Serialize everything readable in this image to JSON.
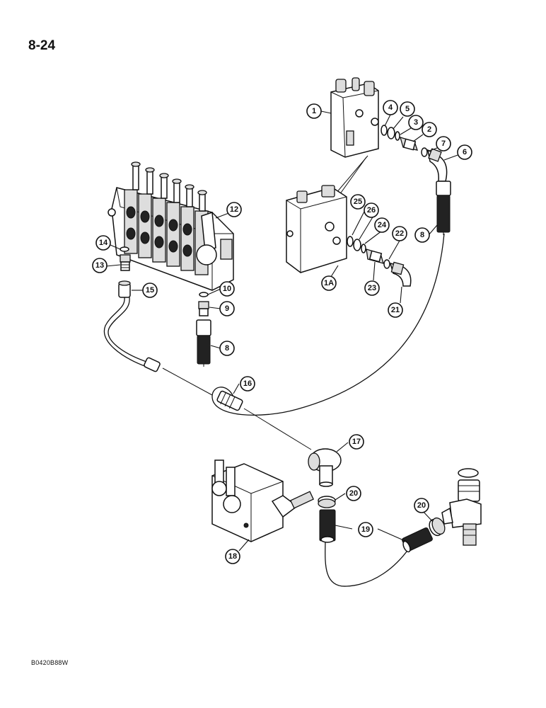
{
  "page": {
    "number": "8-24",
    "figure_code": "B0420B88W"
  },
  "callouts": [
    {
      "id": "1",
      "label": "1"
    },
    {
      "id": "2",
      "label": "2"
    },
    {
      "id": "3",
      "label": "3"
    },
    {
      "id": "4",
      "label": "4"
    },
    {
      "id": "5",
      "label": "5"
    },
    {
      "id": "6",
      "label": "6"
    },
    {
      "id": "7",
      "label": "7"
    },
    {
      "id": "8a",
      "label": "8"
    },
    {
      "id": "8b",
      "label": "8"
    },
    {
      "id": "9",
      "label": "9"
    },
    {
      "id": "10",
      "label": "10"
    },
    {
      "id": "12",
      "label": "12"
    },
    {
      "id": "13",
      "label": "13"
    },
    {
      "id": "14",
      "label": "14"
    },
    {
      "id": "15",
      "label": "15"
    },
    {
      "id": "16",
      "label": "16"
    },
    {
      "id": "17",
      "label": "17"
    },
    {
      "id": "18",
      "label": "18"
    },
    {
      "id": "19",
      "label": "19"
    },
    {
      "id": "20a",
      "label": "20"
    },
    {
      "id": "20b",
      "label": "20"
    },
    {
      "id": "21",
      "label": "21"
    },
    {
      "id": "22",
      "label": "22"
    },
    {
      "id": "23",
      "label": "23"
    },
    {
      "id": "24",
      "label": "24"
    },
    {
      "id": "25",
      "label": "25"
    },
    {
      "id": "26",
      "label": "26"
    },
    {
      "id": "1A",
      "label": "1A"
    }
  ]
}
